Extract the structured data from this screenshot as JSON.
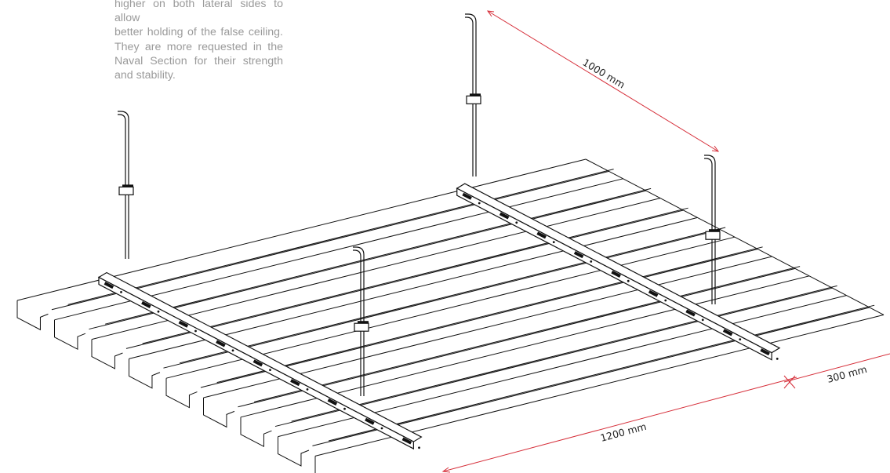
{
  "description_lines": [
    "higher on both lateral sides to allow",
    "better holding of the false ceiling.",
    "They are more requested in the",
    "Naval Section for their strength",
    "and stability."
  ],
  "dimensions": {
    "carrier_spacing": "1000 mm",
    "panel_length": "1200 mm",
    "panel_width": "300 mm"
  },
  "colors": {
    "text": "#9a9a9a",
    "lines": "#111111",
    "dimension_lines": "#d62f3a"
  }
}
